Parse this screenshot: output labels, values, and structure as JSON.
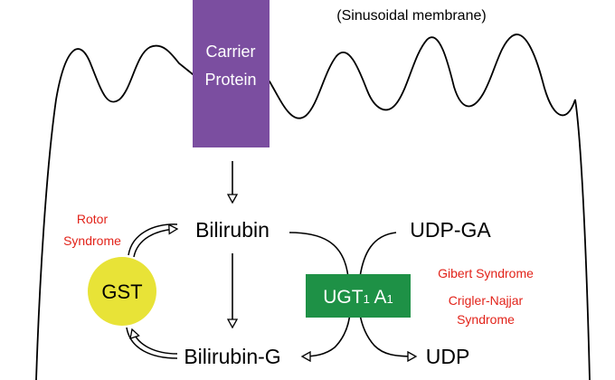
{
  "membrane_label": "(Sinusoidal membrane)",
  "carrier": {
    "line1": "Carrier",
    "line2": "Protein",
    "color": "#7b4ea0"
  },
  "bilirubin": "Bilirubin",
  "bilirubin_g": "Bilirubin-G",
  "udp_ga": "UDP-GA",
  "udp": "UDP",
  "enzyme": {
    "main": "UGT",
    "sub1": "1",
    "space": " A",
    "sub2": "1",
    "color": "#1e9146"
  },
  "gst": {
    "label": "GST",
    "color": "#e8e337"
  },
  "rotor": {
    "line1": "Rotor",
    "line2": "Syndrome"
  },
  "gilbert": "Gibert Syndrome",
  "crigler": {
    "line1": "Crigler-Najjar",
    "line2": "Syndrome"
  },
  "colors": {
    "syndrome_red": "#e2231a",
    "line": "#000000"
  }
}
